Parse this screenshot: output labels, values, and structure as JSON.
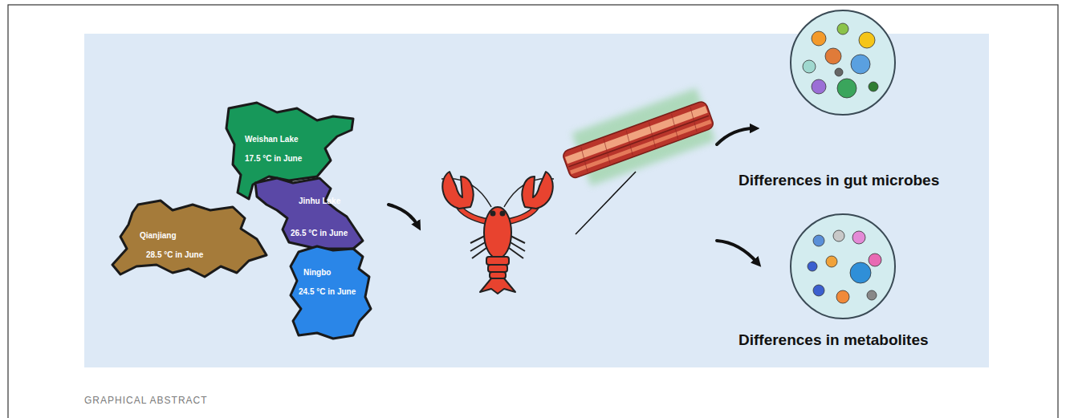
{
  "diagram": {
    "nodes": [
      {
        "text": [
          "Weishan Lake",
          "17.5 °C in June"
        ]
      },
      {
        "text": [
          "Jinhu Lake",
          "26.5 °C in June"
        ]
      },
      {
        "text": [
          "Qianjiang",
          "28.5 °C in June"
        ]
      },
      {
        "text": [
          "Ningbo",
          "24.5 °C in June"
        ]
      },
      {
        "text": [
          "Differences in gut microbes"
        ]
      },
      {
        "text": [
          "Differences in metabolites"
        ]
      }
    ],
    "labels": [
      "GRAPHICAL ABSTRACT"
    ]
  }
}
